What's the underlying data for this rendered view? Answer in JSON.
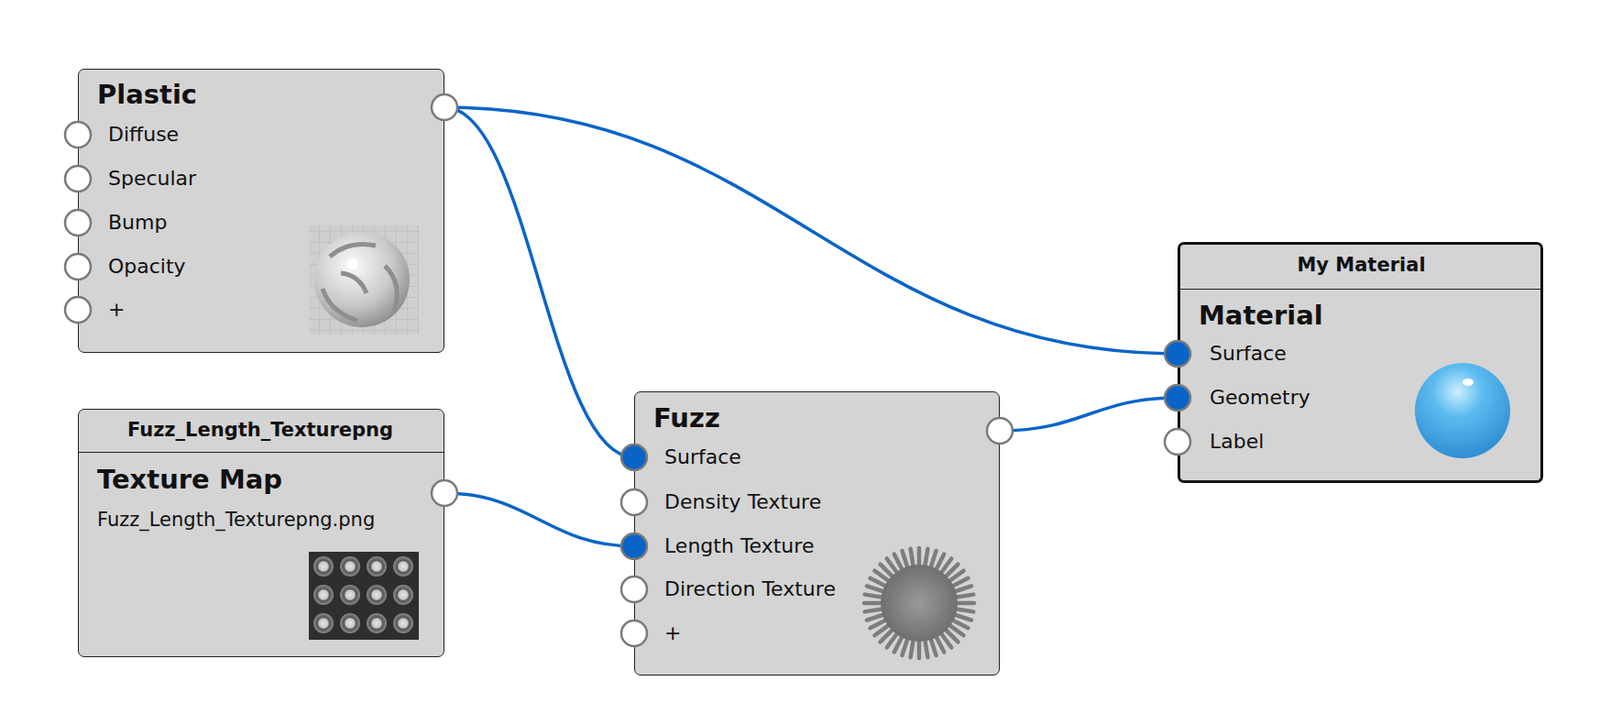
{
  "diagram": {
    "nodes": [
      {
        "text": [
          "Plastic",
          "Diffuse",
          "Specular",
          "Bump",
          "Opacity",
          "+"
        ]
      },
      {
        "text": [
          "Fuzz_Length_Texturepng",
          "Texture Map",
          "Fuzz_Length_Texturepng.png"
        ]
      },
      {
        "text": [
          "Fuzz",
          "Surface",
          "Density Texture",
          "Length Texture",
          "Direction Texture",
          "+"
        ]
      },
      {
        "text": [
          "My Material",
          "Material",
          "Surface",
          "Geometry",
          "Label"
        ]
      }
    ],
    "edges": [
      {
        "from": 0,
        "to": 3,
        "arrow": "none"
      },
      {
        "from": 0,
        "to": 2,
        "arrow": "none"
      },
      {
        "from": 1,
        "to": 2,
        "arrow": "none"
      },
      {
        "from": 2,
        "to": 3,
        "arrow": "none"
      }
    ]
  }
}
